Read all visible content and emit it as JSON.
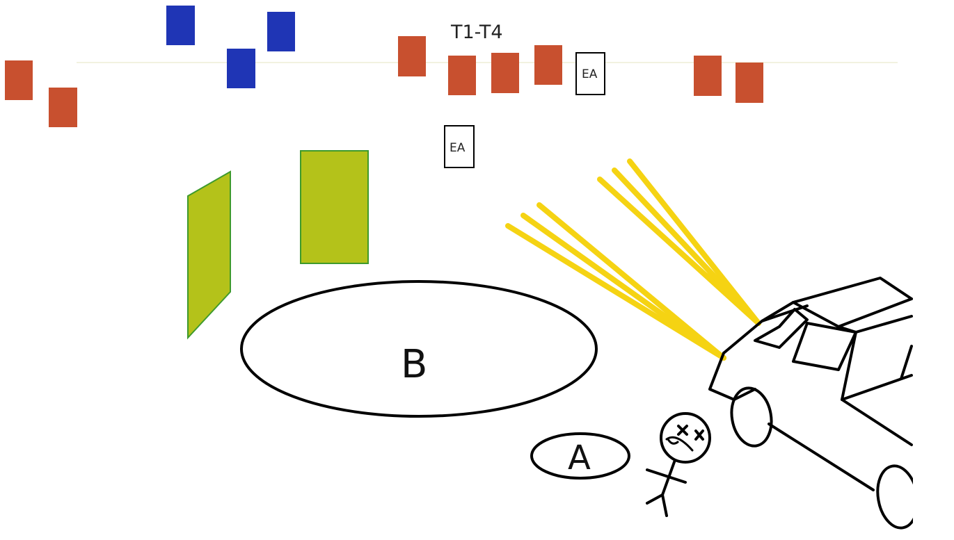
{
  "labels": {
    "group_label": "T1-T4",
    "ea_label": "EA",
    "area_b": "B",
    "area_a": "A"
  },
  "colors": {
    "background": "#ffffff",
    "red_marker": "#c8502f",
    "blue_marker": "#1f35b5",
    "green_panel": "#b4c21a",
    "green_border": "#3e9a2c",
    "light_beam": "#f5d313",
    "outline": "#000000"
  },
  "icons": {
    "vehicle": "car-outline-icon",
    "victim": "stick-figure-icon"
  }
}
